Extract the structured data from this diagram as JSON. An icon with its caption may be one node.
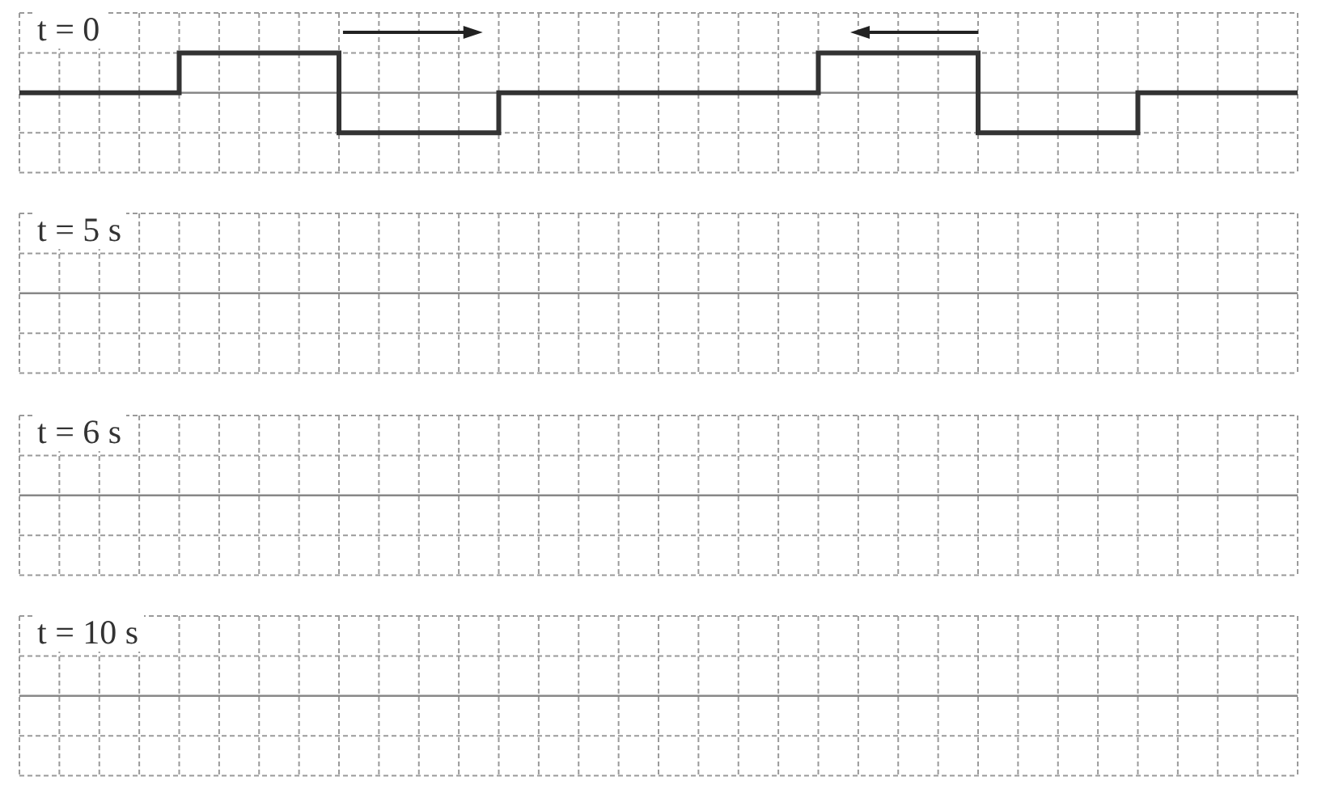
{
  "diagram": {
    "nodes": [
      {
        "text": [
          "t = 0"
        ]
      },
      {
        "text": [
          "t = 5 s"
        ]
      },
      {
        "text": [
          "t = 6 s"
        ]
      },
      {
        "text": [
          "t = 10 s"
        ]
      }
    ]
  }
}
